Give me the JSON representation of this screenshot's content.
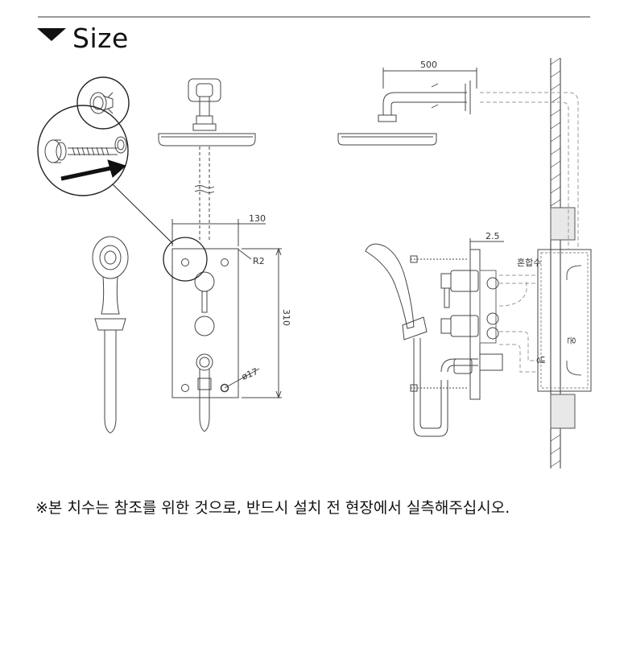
{
  "header": {
    "title": "Size"
  },
  "dimensions": {
    "arm_length": "500",
    "plate_width": "130",
    "plate_radius": "R2",
    "plate_height": "310",
    "outlet_diameter": "ø17",
    "wall_offset": "2.5"
  },
  "pipe_labels": {
    "mixed": "혼합수",
    "cold": "냉",
    "hot": "온"
  },
  "footer": {
    "note": "※본 치수는 참조를 위한 것으로, 반드시 설치 전 현장에서 실측해주십시오."
  }
}
